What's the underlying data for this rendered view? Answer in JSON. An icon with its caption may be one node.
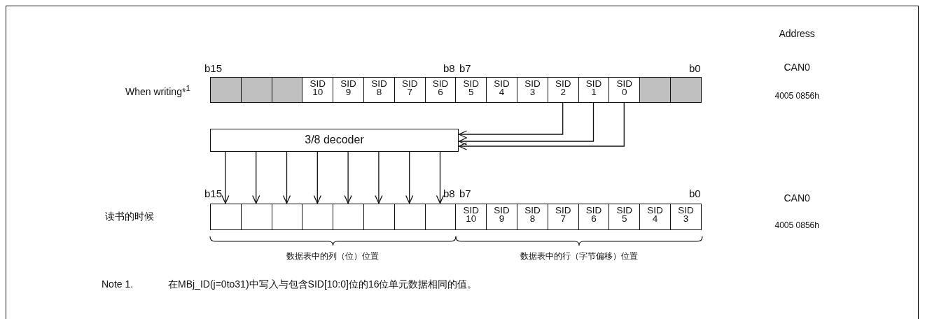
{
  "diagram": {
    "nodes": [
      {
        "text": [],
        "shape": "box"
      },
      {
        "text": [],
        "shape": "box"
      },
      {
        "text": [],
        "shape": "box"
      },
      {
        "text": [
          "SID 10"
        ]
      },
      {
        "text": [
          "SID 9"
        ]
      },
      {
        "text": [
          "SID 8"
        ]
      },
      {
        "text": [
          "SID 7"
        ]
      },
      {
        "text": [
          "SID 6"
        ]
      },
      {
        "text": [
          "SID 5"
        ]
      },
      {
        "text": [
          "SID 4"
        ]
      },
      {
        "text": [
          "SID 3"
        ]
      },
      {
        "text": [
          "SID 2"
        ]
      },
      {
        "text": [
          "SID 1"
        ]
      },
      {
        "text": [
          "SID 0"
        ]
      },
      {
        "text": [],
        "shape": "box"
      },
      {
        "text": [],
        "shape": "box"
      },
      {
        "text": [
          "3/8 decoder"
        ]
      },
      {
        "text": [],
        "shape": "box"
      },
      {
        "text": [],
        "shape": "box"
      },
      {
        "text": [],
        "shape": "box"
      },
      {
        "text": [],
        "shape": "box"
      },
      {
        "text": [],
        "shape": "box"
      },
      {
        "text": [],
        "shape": "box"
      },
      {
        "text": [],
        "shape": "box"
      },
      {
        "text": [],
        "shape": "box"
      },
      {
        "text": [
          "SID 10"
        ]
      },
      {
        "text": [
          "SID 9"
        ]
      },
      {
        "text": [
          "SID 8"
        ]
      },
      {
        "text": [
          "SID 7"
        ]
      },
      {
        "text": [
          "SID 6"
        ]
      },
      {
        "text": [
          "SID 5"
        ]
      },
      {
        "text": [
          "SID 4"
        ]
      },
      {
        "text": [
          "SID 3"
        ]
      }
    ],
    "edges": [
      {
        "from": 11,
        "to": 16,
        "arrow": "to"
      },
      {
        "from": 12,
        "to": 16,
        "arrow": "to"
      },
      {
        "from": 13,
        "to": 16,
        "arrow": "to"
      },
      {
        "from": 16,
        "to": 17,
        "arrow": "to"
      },
      {
        "from": 16,
        "to": 18,
        "arrow": "to"
      },
      {
        "from": 16,
        "to": 19,
        "arrow": "to"
      },
      {
        "from": 16,
        "to": 20,
        "arrow": "to"
      },
      {
        "from": 16,
        "to": 21,
        "arrow": "to"
      },
      {
        "from": 16,
        "to": 22,
        "arrow": "to"
      },
      {
        "from": 16,
        "to": 23,
        "arrow": "to"
      },
      {
        "from": 16,
        "to": 24,
        "arrow": "to"
      }
    ],
    "labels": [
      "Address",
      "b15",
      "b8",
      "b7",
      "b0",
      "CAN0",
      "When writing*$^{1}$",
      "4005 0856h",
      "b15",
      "b8",
      "b7",
      "b0",
      "CAN0",
      "读书的时候",
      "4005 0856h",
      "数据表中的列（位）位置",
      "数据表中的行（字节偏移）位置",
      "Note 1.",
      "在MBj_ID(j=0to31)中写入与包含SID[10:0]位的16位单元数据相同的值。"
    ]
  }
}
